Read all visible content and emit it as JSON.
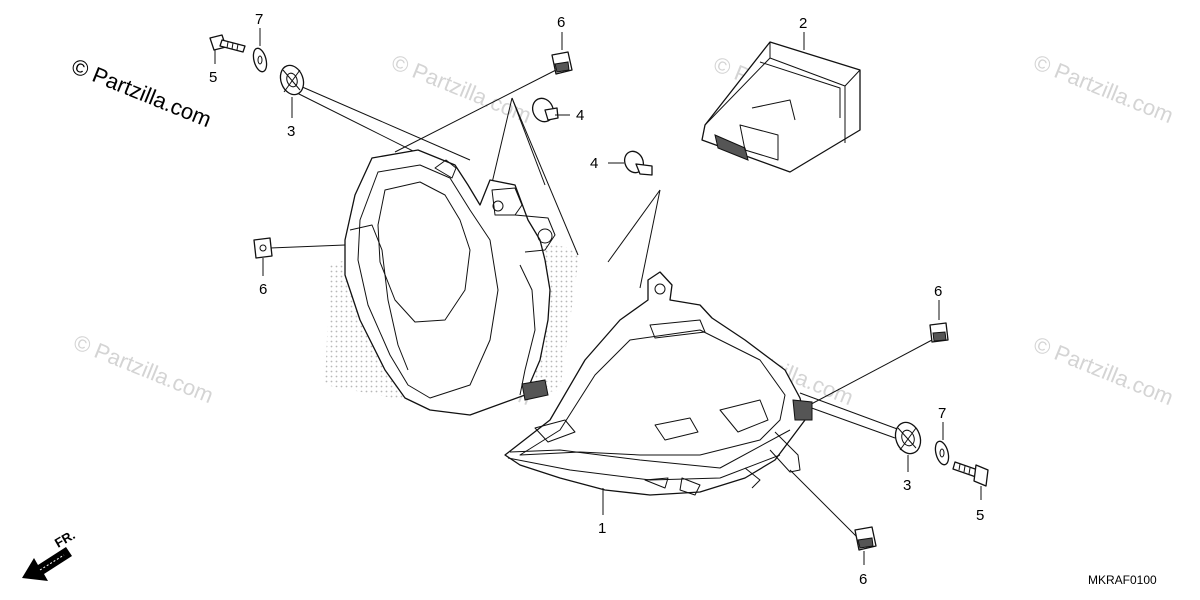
{
  "watermark": {
    "brand_text": "© Partzilla.com",
    "brand_color": "#000000",
    "tile_text": "© Partzilla.com",
    "tile_color": "#d4d4d4"
  },
  "diagram_code": "MKRAF0100",
  "front_arrow": {
    "label": "FR.",
    "icon": "front-arrow-icon"
  },
  "callouts": {
    "headlight": "1",
    "control_unit": "2",
    "grommet_left": "3",
    "grommet_right": "3",
    "collar_upper": "4",
    "collar_lower": "4",
    "bolt_left": "5",
    "bolt_right": "5",
    "clip_top": "6",
    "clip_left": "6",
    "clip_right": "6",
    "clip_bottom": "6",
    "washer_left": "7",
    "washer_right": "7"
  }
}
